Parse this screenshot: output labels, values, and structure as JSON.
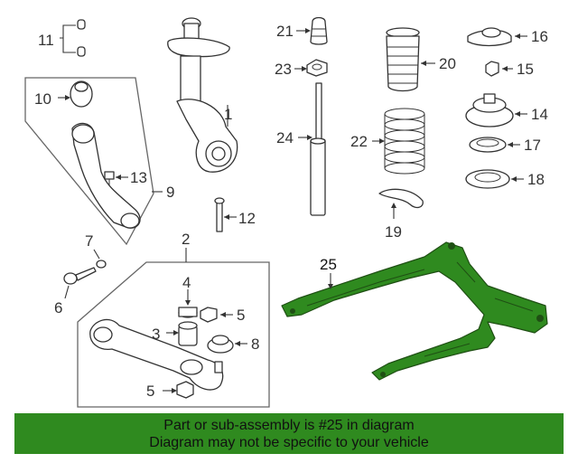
{
  "callouts": {
    "c1": "1",
    "c2": "2",
    "c3": "3",
    "c4": "4",
    "c5a": "5",
    "c5b": "5",
    "c6": "6",
    "c7": "7",
    "c8": "8",
    "c9": "9",
    "c10": "10",
    "c11": "11",
    "c12": "12",
    "c13": "13",
    "c14": "14",
    "c15": "15",
    "c16": "16",
    "c17": "17",
    "c18": "18",
    "c19": "19",
    "c20": "20",
    "c21": "21",
    "c22": "22",
    "c23": "23",
    "c24": "24",
    "c25": "25"
  },
  "colors": {
    "highlight_part": "#2f8a1f",
    "banner_bg": "#2f8a1f"
  },
  "banner": {
    "line1": "Part or sub-assembly is #25 in diagram",
    "line2": "Diagram may not be specific to your vehicle"
  }
}
